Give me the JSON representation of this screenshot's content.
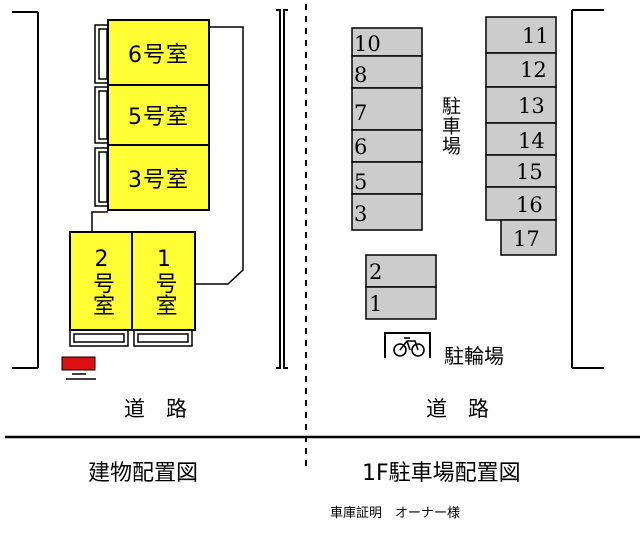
{
  "building": {
    "rooms": [
      {
        "id": "6",
        "label": "6号室"
      },
      {
        "id": "5",
        "label": "5号室"
      },
      {
        "id": "3",
        "label": "3号室"
      },
      {
        "id": "2",
        "label": "2号室"
      },
      {
        "id": "1",
        "label": "1号室"
      }
    ],
    "road_label": "道　路",
    "caption": "建物配置図"
  },
  "parking": {
    "vertical_label": "駐車場",
    "left_column": [
      "10",
      "8",
      "7",
      "6",
      "5",
      "3"
    ],
    "right_column": [
      "11",
      "12",
      "13",
      "14",
      "15",
      "16",
      "17"
    ],
    "small_block": [
      "2",
      "1"
    ],
    "bicycle_label": "駐輪場",
    "bicycle_icon": "bicycle-icon",
    "road_label": "道　路",
    "caption": "1F駐車場配置図"
  },
  "footer_note": "車庫証明　オーナー様",
  "colors": {
    "room_fill": "#ffff33",
    "slot_fill": "#cccccc",
    "marker_red": "#dd1111",
    "line": "#000000"
  }
}
